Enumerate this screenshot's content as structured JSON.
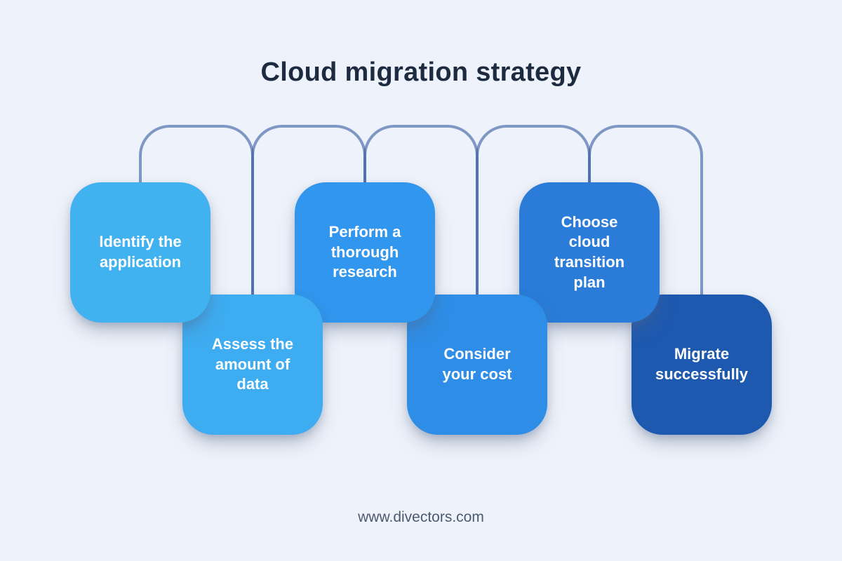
{
  "title": "Cloud migration strategy",
  "footer": "www.divectors.com",
  "colors": {
    "background": "#eef2fa",
    "title_text": "#1c2b40",
    "footer_text": "#4d5a6e",
    "box_text": "#ffffff",
    "connector_stroke": "rgba(58,96,164,0.62)"
  },
  "steps": [
    {
      "label": "Identify the\napplication",
      "color": "#41b2f0"
    },
    {
      "label": "Assess the\namount of\ndata",
      "color": "#3eacf0"
    },
    {
      "label": "Perform a\nthorough\nresearch",
      "color": "#3096ee"
    },
    {
      "label": "Consider\nyour cost",
      "color": "#2e8de6"
    },
    {
      "label": "Choose\ncloud\ntransition\nplan",
      "color": "#2a7cd8"
    },
    {
      "label": "Migrate\nsuccessfully",
      "color": "#1e59b0"
    }
  ]
}
